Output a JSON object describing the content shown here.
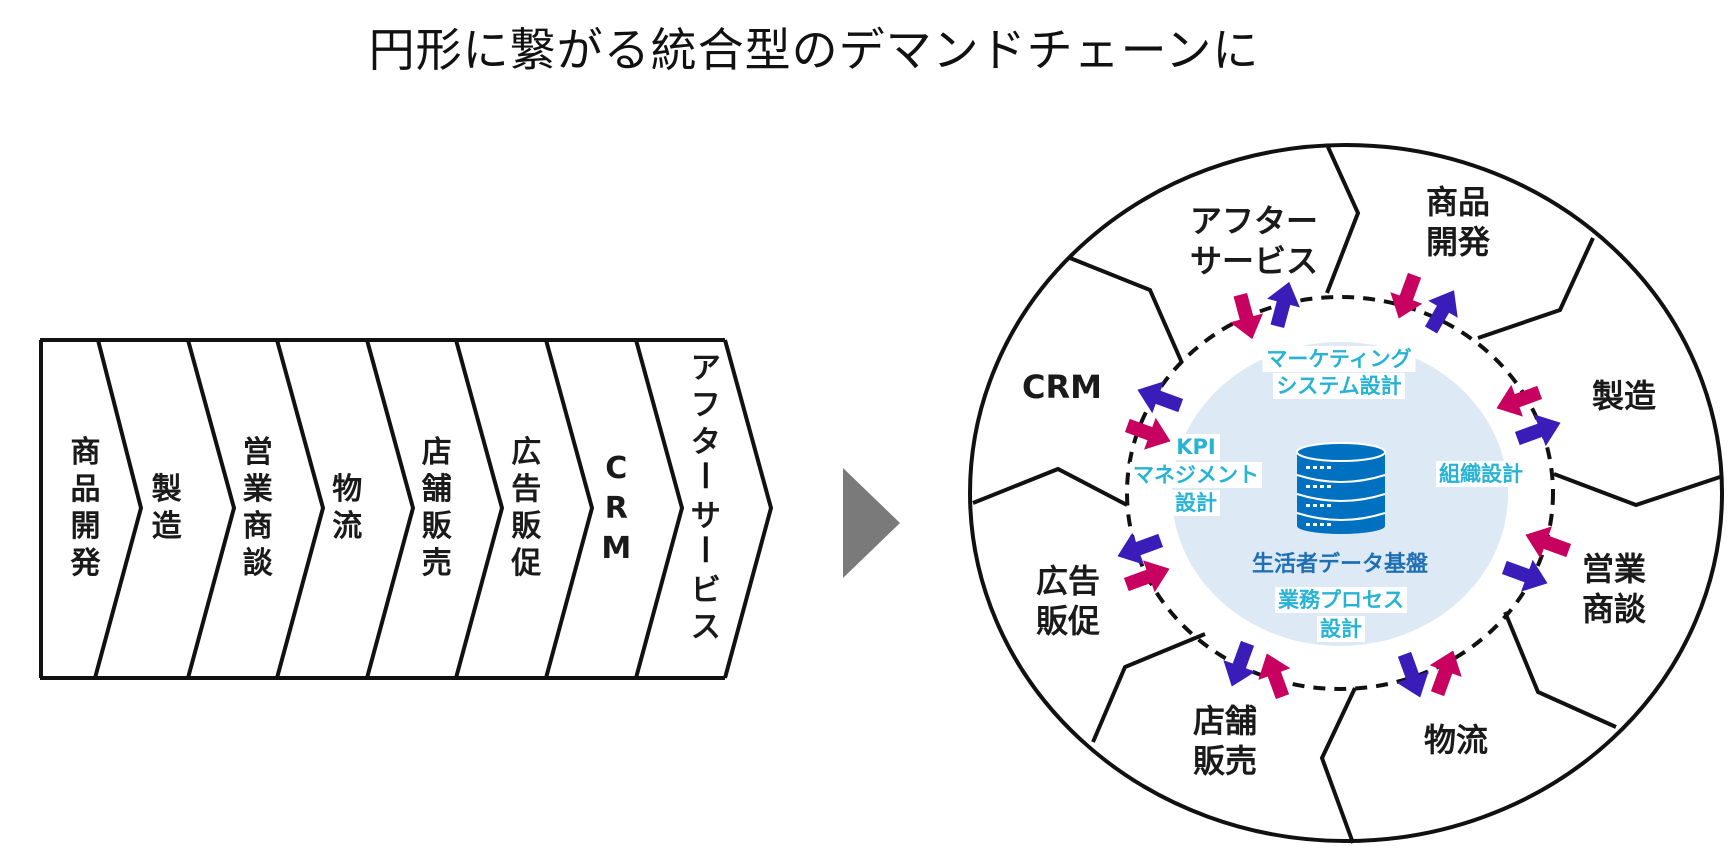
{
  "title": "円形に繋がる統合型のデマンドチェーンに",
  "colors": {
    "line": "#111111",
    "arrow_inbound": "#C8005F",
    "arrow_outbound": "#3A1DB8",
    "cyan_text": "#27B3D4",
    "core_text": "#1F6FB5",
    "core_fill": "#DDE9F5",
    "database": "#0070C0",
    "transition_arrow": "#7A7A7A"
  },
  "linear_chain": {
    "stages": [
      {
        "label": "商品開発"
      },
      {
        "label": "製造"
      },
      {
        "label": "営業商談"
      },
      {
        "label": "物流"
      },
      {
        "label": "店舗販売"
      },
      {
        "label": "広告販促"
      },
      {
        "label": "CRM"
      },
      {
        "label": "アフターサービス"
      }
    ]
  },
  "circular_chain": {
    "segments": [
      {
        "lines": [
          "商品",
          "開発"
        ]
      },
      {
        "lines": [
          "製造"
        ]
      },
      {
        "lines": [
          "営業",
          "商談"
        ]
      },
      {
        "lines": [
          "物流"
        ]
      },
      {
        "lines": [
          "店舗",
          "販売"
        ]
      },
      {
        "lines": [
          "広告",
          "販促"
        ]
      },
      {
        "lines": [
          "CRM"
        ]
      },
      {
        "lines": [
          "アフター",
          "サービス"
        ]
      }
    ],
    "inner_labels": {
      "marketing": [
        "マーケティング",
        "システム設計"
      ],
      "kpi": [
        "KPI",
        "マネジメント",
        "設計"
      ],
      "organization": [
        "組織設計"
      ],
      "process": [
        "業務プロセス",
        "設計"
      ]
    },
    "core": {
      "label": "生活者データ基盤",
      "icon": "database-icon"
    }
  }
}
